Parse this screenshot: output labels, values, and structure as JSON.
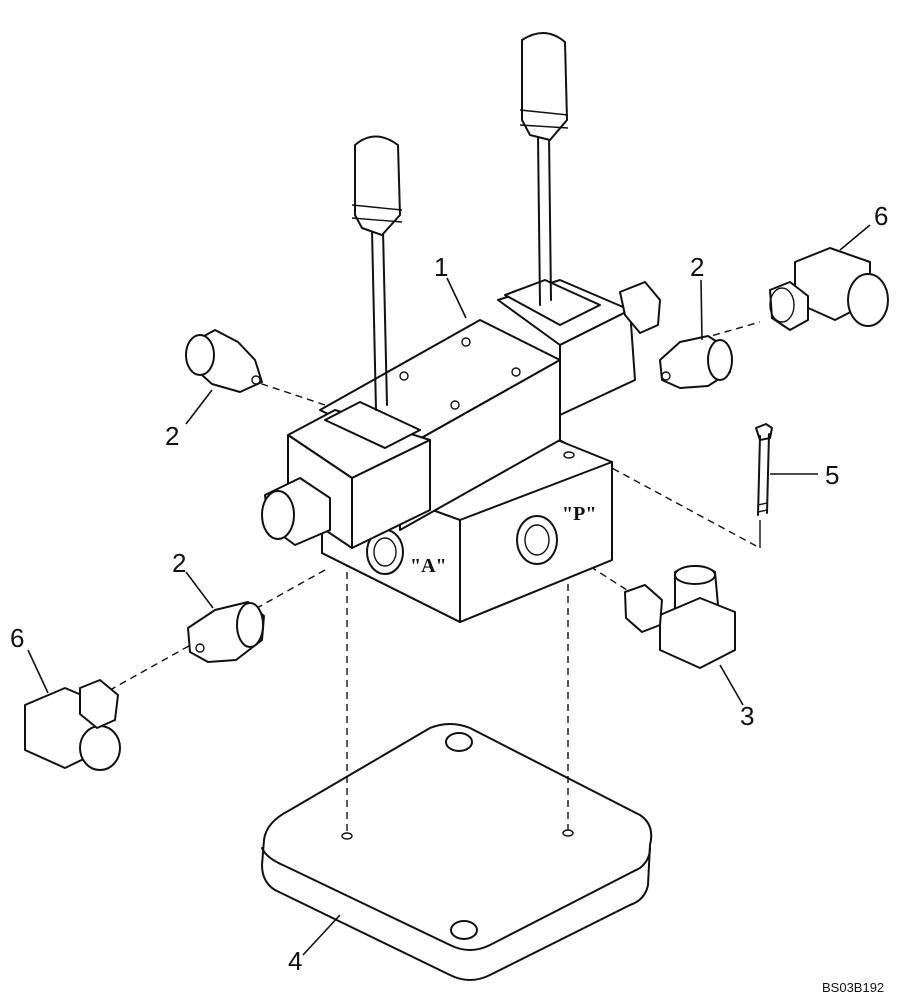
{
  "callouts": {
    "c1": "1",
    "c2_left_top": "2",
    "c2_right": "2",
    "c2_left_bottom": "2",
    "c3": "3",
    "c4": "4",
    "c5": "5",
    "c6_right": "6",
    "c6_left": "6"
  },
  "port_labels": {
    "port_a": "\"A\"",
    "port_p": "\"P\""
  },
  "drawing_code": "BS03B192"
}
